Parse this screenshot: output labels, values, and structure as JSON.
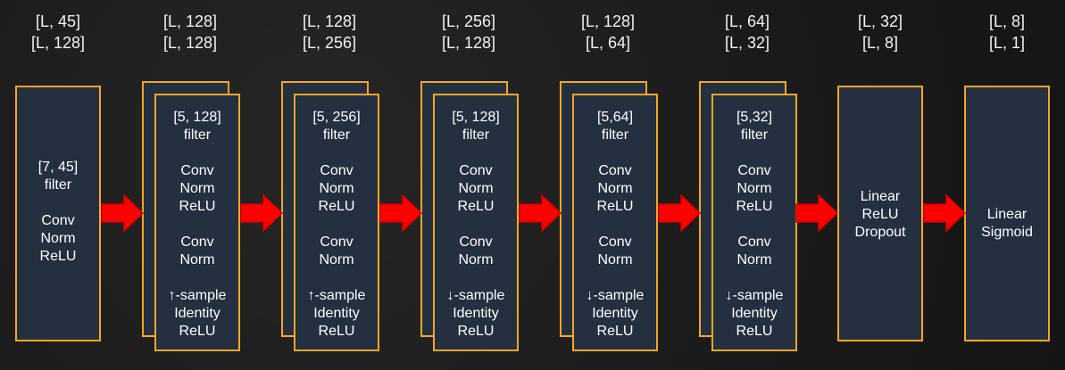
{
  "stages": [
    {
      "dims": [
        "[L, 45]",
        "[L, 128]"
      ],
      "box": [
        "",
        "",
        "",
        "",
        "[7, 45]",
        "filter",
        "",
        "Conv",
        "Norm",
        "ReLU"
      ]
    },
    {
      "dims": [
        "[L, 128]",
        "[L, 128]"
      ],
      "box": [
        "[5, 128]",
        "filter",
        "",
        "Conv",
        "Norm",
        "ReLU",
        "",
        "Conv",
        "Norm",
        "",
        "↑-sample",
        "Identity",
        "ReLU"
      ]
    },
    {
      "dims": [
        "[L, 128]",
        "[L, 256]"
      ],
      "box": [
        "[5, 256]",
        "filter",
        "",
        "Conv",
        "Norm",
        "ReLU",
        "",
        "Conv",
        "Norm",
        "",
        "↑-sample",
        "Identity",
        "ReLU"
      ]
    },
    {
      "dims": [
        "[L, 256]",
        "[L, 128]"
      ],
      "box": [
        "[5, 128]",
        "filter",
        "",
        "Conv",
        "Norm",
        "ReLU",
        "",
        "Conv",
        "Norm",
        "",
        "↓-sample",
        "Identity",
        "ReLU"
      ]
    },
    {
      "dims": [
        "[L, 128]",
        "[L, 64]"
      ],
      "box": [
        "[5,64]",
        "filter",
        "",
        "Conv",
        "Norm",
        "ReLU",
        "",
        "Conv",
        "Norm",
        "",
        "↓-sample",
        "Identity",
        "ReLU"
      ]
    },
    {
      "dims": [
        "[L, 64]",
        "[L, 32]"
      ],
      "box": [
        "[5,32]",
        "filter",
        "",
        "Conv",
        "Norm",
        "ReLU",
        "",
        "Conv",
        "Norm",
        "",
        "↓-sample",
        "Identity",
        "ReLU"
      ]
    },
    {
      "dims": [
        "[L, 32]",
        "[L, 8]"
      ],
      "box": [
        "",
        "",
        "",
        "",
        "",
        "Linear",
        "ReLU",
        "Dropout"
      ]
    },
    {
      "dims": [
        "[L, 8]",
        "[L, 1]"
      ],
      "box": [
        "",
        "",
        "",
        "",
        "",
        "",
        "Linear",
        "Sigmoid"
      ]
    }
  ],
  "colors": {
    "border": "#f5a623",
    "box_fill": "#243040",
    "arrow": "#ff0000"
  }
}
